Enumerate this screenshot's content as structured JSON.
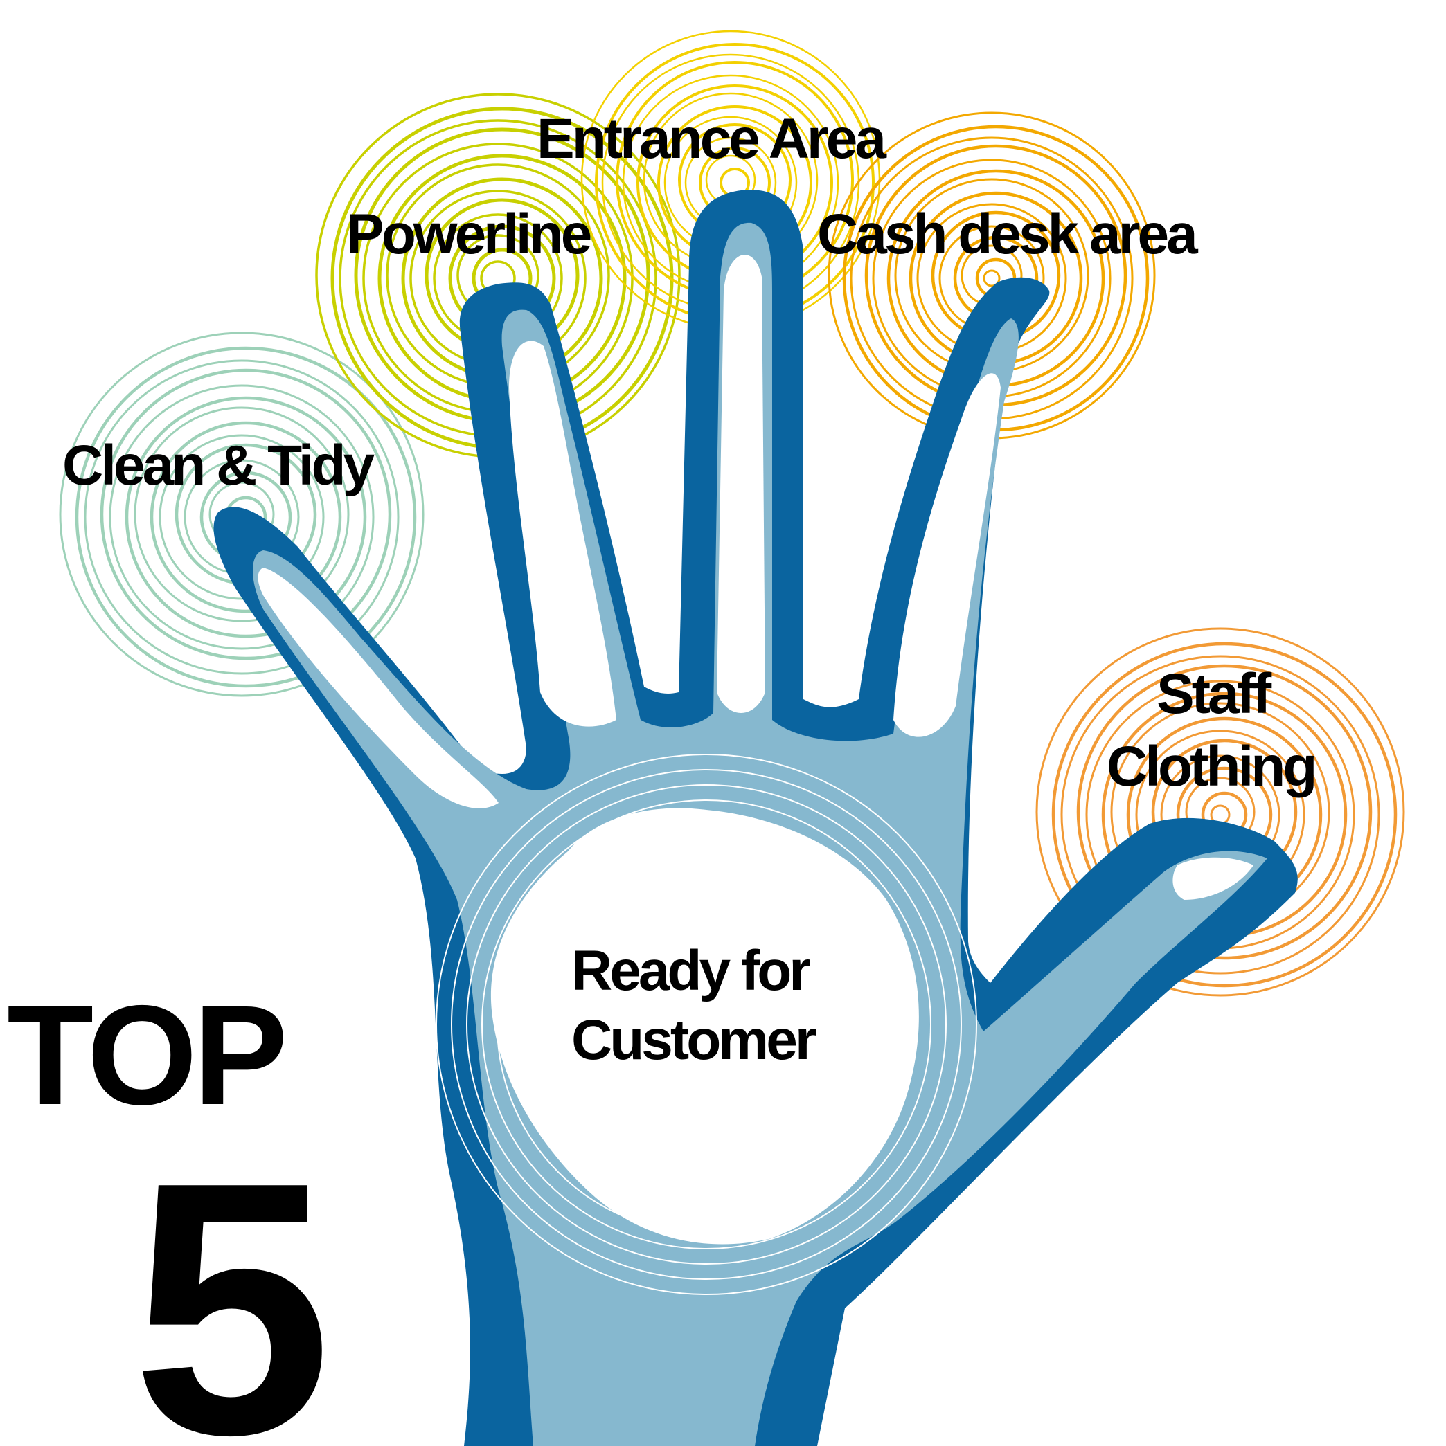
{
  "title": {
    "top": "TOP",
    "number": "5"
  },
  "labels": {
    "entrance": "Entrance Area",
    "powerline": "Powerline",
    "cash_desk": "Cash desk area",
    "clean_tidy": "Clean & Tidy",
    "staff_line1": "Staff",
    "staff_line2": "Clothing",
    "ready_line1": "Ready for",
    "ready_line2": "Customer"
  },
  "colors": {
    "hand_dark": "#0a649f",
    "hand_light": "#86b8cf",
    "hand_inner": "#ffffff",
    "rings_clean": "#9dd1b8",
    "rings_powerline": "#c8d000",
    "rings_entrance": "#f3d000",
    "rings_cash": "#f3a800",
    "rings_staff": "#f29a35"
  }
}
